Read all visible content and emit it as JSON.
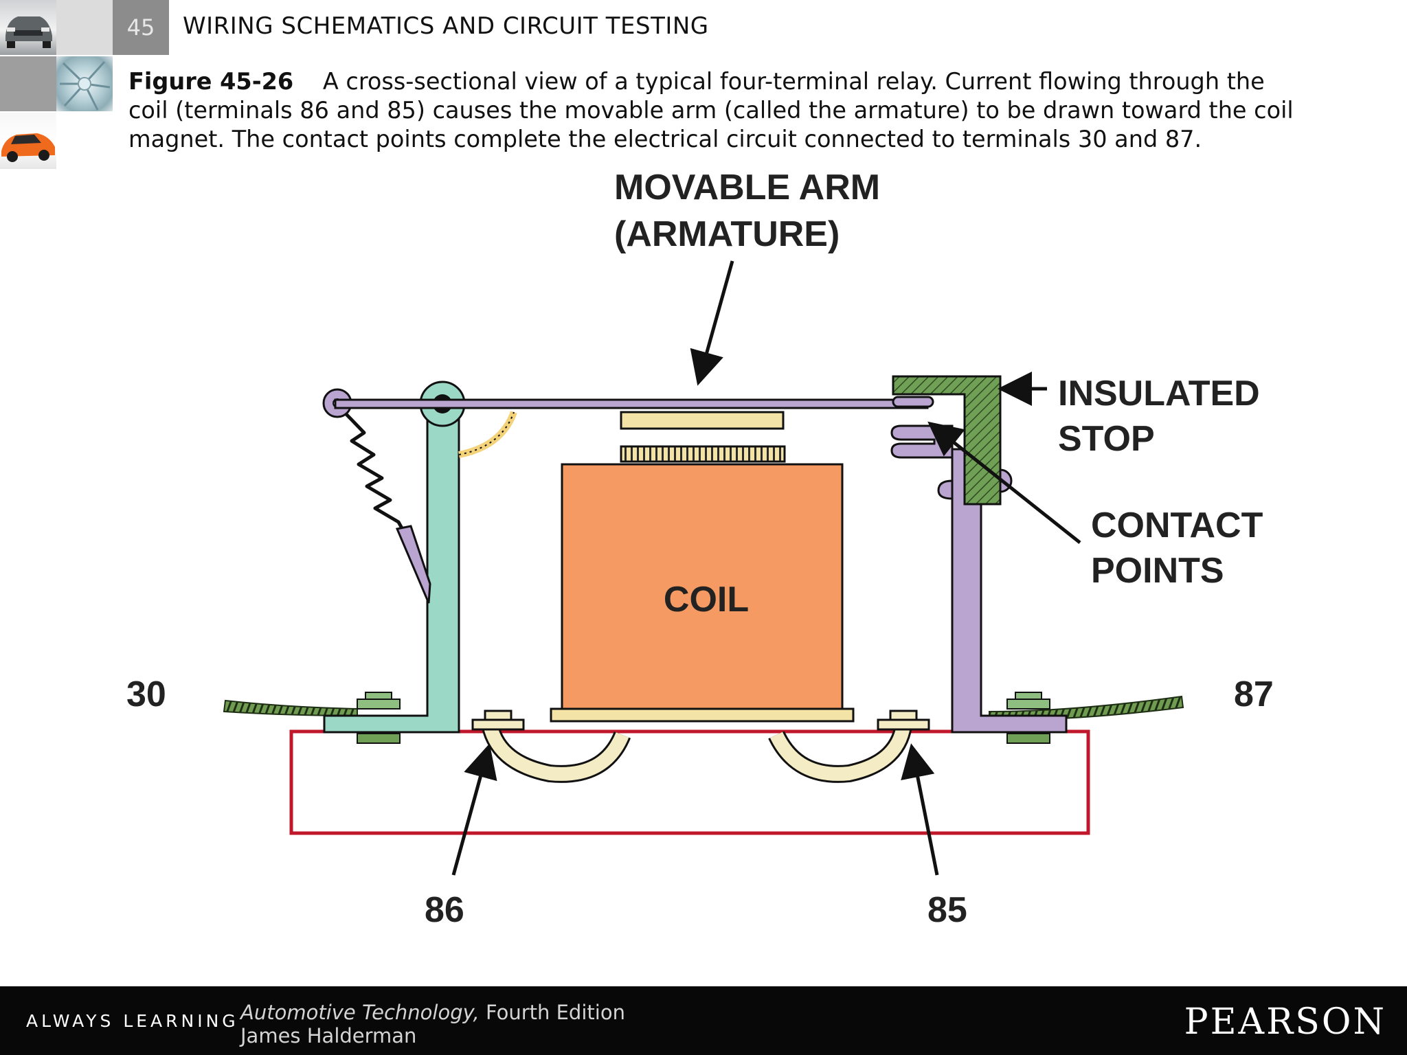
{
  "header": {
    "chapter_number": "45",
    "chapter_title": "WIRING SCHEMATICS AND CIRCUIT TESTING"
  },
  "caption": {
    "figure_label": "Figure 45-26",
    "text": "A cross-sectional view of a typical four-terminal relay. Current flowing through the coil (terminals 86 and 85) causes the movable arm (called the armature) to be drawn toward the coil magnet. The contact points complete the electrical circuit connected to terminals 30 and 87."
  },
  "diagram": {
    "labels": {
      "armature_line1": "MOVABLE ARM",
      "armature_line2": "(ARMATURE)",
      "insulated_line1": "INSULATED",
      "insulated_line2": "STOP",
      "contact_line1": "CONTACT",
      "contact_line2": "POINTS",
      "coil": "COIL",
      "terminal_30": "30",
      "terminal_87": "87",
      "terminal_86": "86",
      "terminal_85": "85"
    },
    "colors": {
      "armature": "#b9a5cf",
      "pivot_post": "#9bd8c6",
      "coil": "#f49a62",
      "insulated_stop": "#6fa055",
      "terminal_clip": "#f3ecc4",
      "base_outline": "#c1172b",
      "wire": "#6f9c50"
    }
  },
  "footer": {
    "tagline": "ALWAYS LEARNING",
    "book_title": "Automotive Technology,",
    "edition": " Fourth Edition",
    "author": "James Halderman",
    "publisher": "PEARSON"
  }
}
